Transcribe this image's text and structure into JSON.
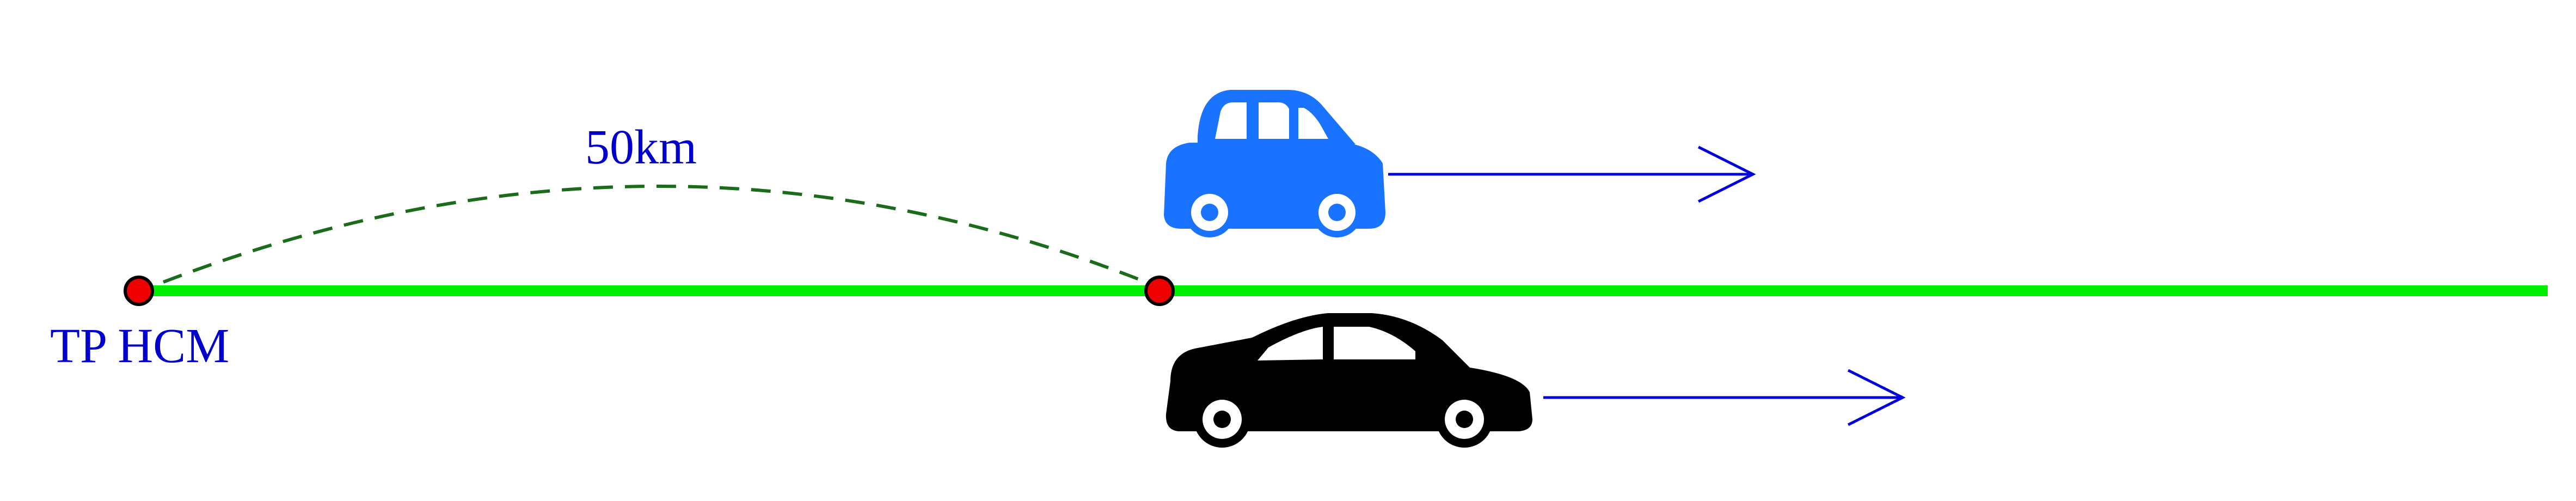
{
  "diagram": {
    "start_label": "TP HCM",
    "distance_label": "50km",
    "colors": {
      "road": "#00ee00",
      "point_fill": "#ee0000",
      "point_stroke": "#000000",
      "arc": "#1a6b1a",
      "text": "#0000cc",
      "arrow": "#0000dd",
      "car_top": "#1a73ff",
      "car_bottom": "#000000"
    },
    "icons": {
      "top_car": "car-icon-blue",
      "bottom_car": "sedan-icon-black",
      "top_arrow": "arrow-right-icon",
      "bottom_arrow": "arrow-right-icon"
    }
  }
}
